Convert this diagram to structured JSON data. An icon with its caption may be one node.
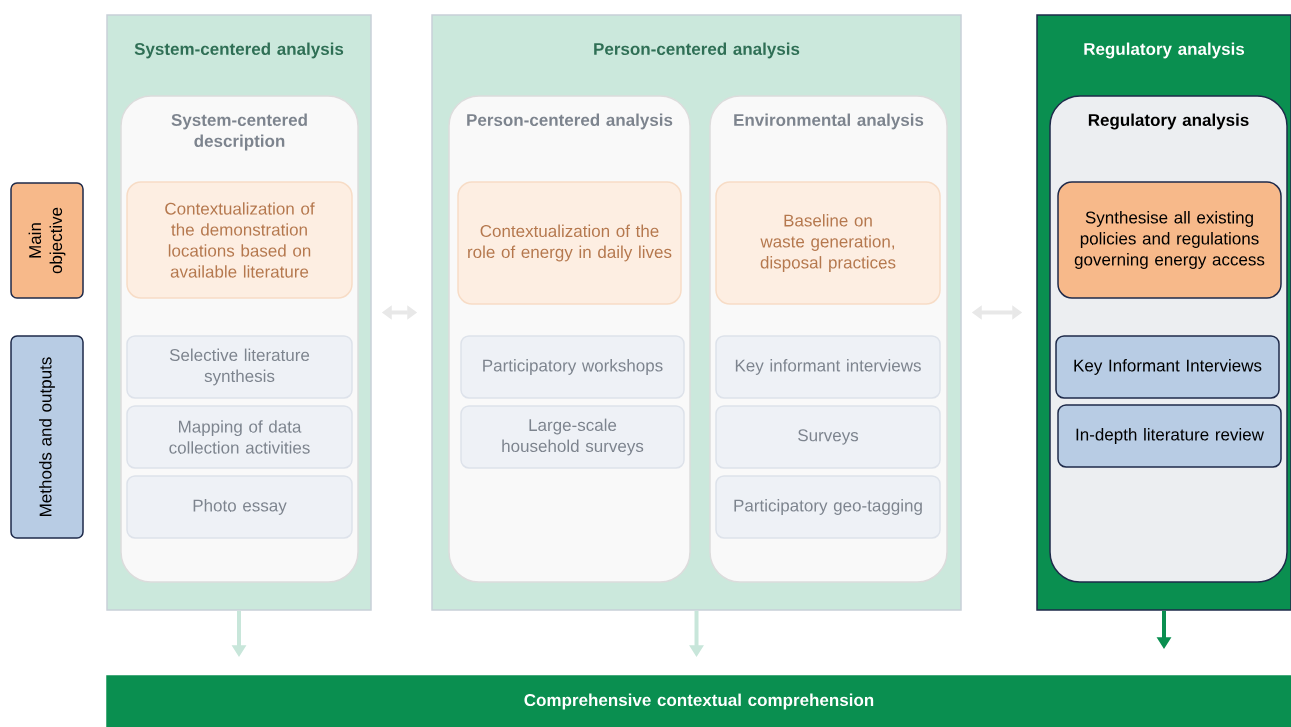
{
  "diagram": {
    "nodes": [
      {
        "text": [
          "Main objective"
        ]
      },
      {
        "text": [
          "Methods and outputs"
        ]
      },
      {
        "text": [
          "System-centered analysis"
        ]
      },
      {
        "text": [
          "System-centered description"
        ],
        "in": 2
      },
      {
        "text": [
          "Contextualization of the demonstration locations based on available literature"
        ],
        "in": 3
      },
      {
        "text": [
          "Selective literature synthesis"
        ],
        "in": 3
      },
      {
        "text": [
          "Mapping of data collection activities"
        ],
        "in": 3
      },
      {
        "text": [
          "Photo essay"
        ],
        "in": 3
      },
      {
        "text": [
          "Person-centered analysis"
        ]
      },
      {
        "text": [
          "Person-centered analysis"
        ],
        "in": 8
      },
      {
        "text": [
          "Contextualization of the role of energy in daily lives"
        ],
        "in": 9
      },
      {
        "text": [
          "Participatory workshops"
        ],
        "in": 9
      },
      {
        "text": [
          "Large-scale household surveys"
        ],
        "in": 9
      },
      {
        "text": [
          "Environmental analysis"
        ],
        "in": 8
      },
      {
        "text": [
          "Baseline on waste generation, disposal practices"
        ],
        "in": 13
      },
      {
        "text": [
          "Key informant interviews"
        ],
        "in": 13
      },
      {
        "text": [
          "Surveys"
        ],
        "in": 13
      },
      {
        "text": [
          "Participatory geo-tagging"
        ],
        "in": 13
      },
      {
        "text": [
          "Regulatory analysis"
        ]
      },
      {
        "text": [
          "Regulatory analysis"
        ],
        "in": 18
      },
      {
        "text": [
          "Synthesise all existing policies and regulations governing energy access"
        ],
        "in": 19
      },
      {
        "text": [
          "Key Informant Interviews"
        ],
        "in": 19
      },
      {
        "text": [
          "In-depth literature review"
        ],
        "in": 19
      },
      {
        "text": [
          "Comprehensive contextual comprehension"
        ]
      }
    ],
    "edges": [
      {
        "from": 2,
        "to": 8,
        "arrow": "both",
        "color": "#e8e8e8"
      },
      {
        "from": 8,
        "to": 18,
        "arrow": "both",
        "color": "#e8e8e8"
      },
      {
        "from": 2,
        "to": 23,
        "arrow": "to",
        "color": "#c8e6da"
      },
      {
        "from": 8,
        "to": 23,
        "arrow": "to",
        "color": "#c8e6da"
      },
      {
        "from": 18,
        "to": 23,
        "arrow": "to",
        "color": "#0a8f50"
      }
    ]
  }
}
